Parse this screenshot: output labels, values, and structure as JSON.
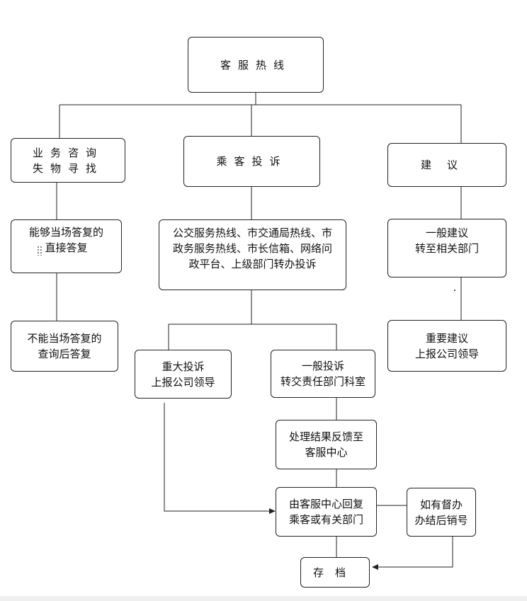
{
  "nodes": {
    "hotline": "客服热线",
    "consult": [
      "业务咨询",
      "失物寻找"
    ],
    "complaint": "乘客投诉",
    "suggest": "建议",
    "direct": [
      "能够当场答复的",
      "直接答复"
    ],
    "query": [
      "不能当场答复的",
      "查询后答复"
    ],
    "channels": [
      "公交服务热线、市交通局热线、市",
      "政务服务热线、市长信箱、网络问",
      "政平台、上级部门转办投诉"
    ],
    "general_suggest": [
      "一般建议",
      "转至相关部门"
    ],
    "important_suggest": [
      "重要建议",
      "上报公司领导"
    ],
    "major_complaint": [
      "重大投诉",
      "上报公司领导"
    ],
    "general_complaint": [
      "一般投诉",
      "转交责任部门科室"
    ],
    "feedback": [
      "处理结果反馈至",
      "客服中心"
    ],
    "reply": [
      "由客服中心回复",
      "乘客或有关部门"
    ],
    "supervise": [
      "如有督办",
      "办结后销号"
    ],
    "archive": "存档"
  }
}
